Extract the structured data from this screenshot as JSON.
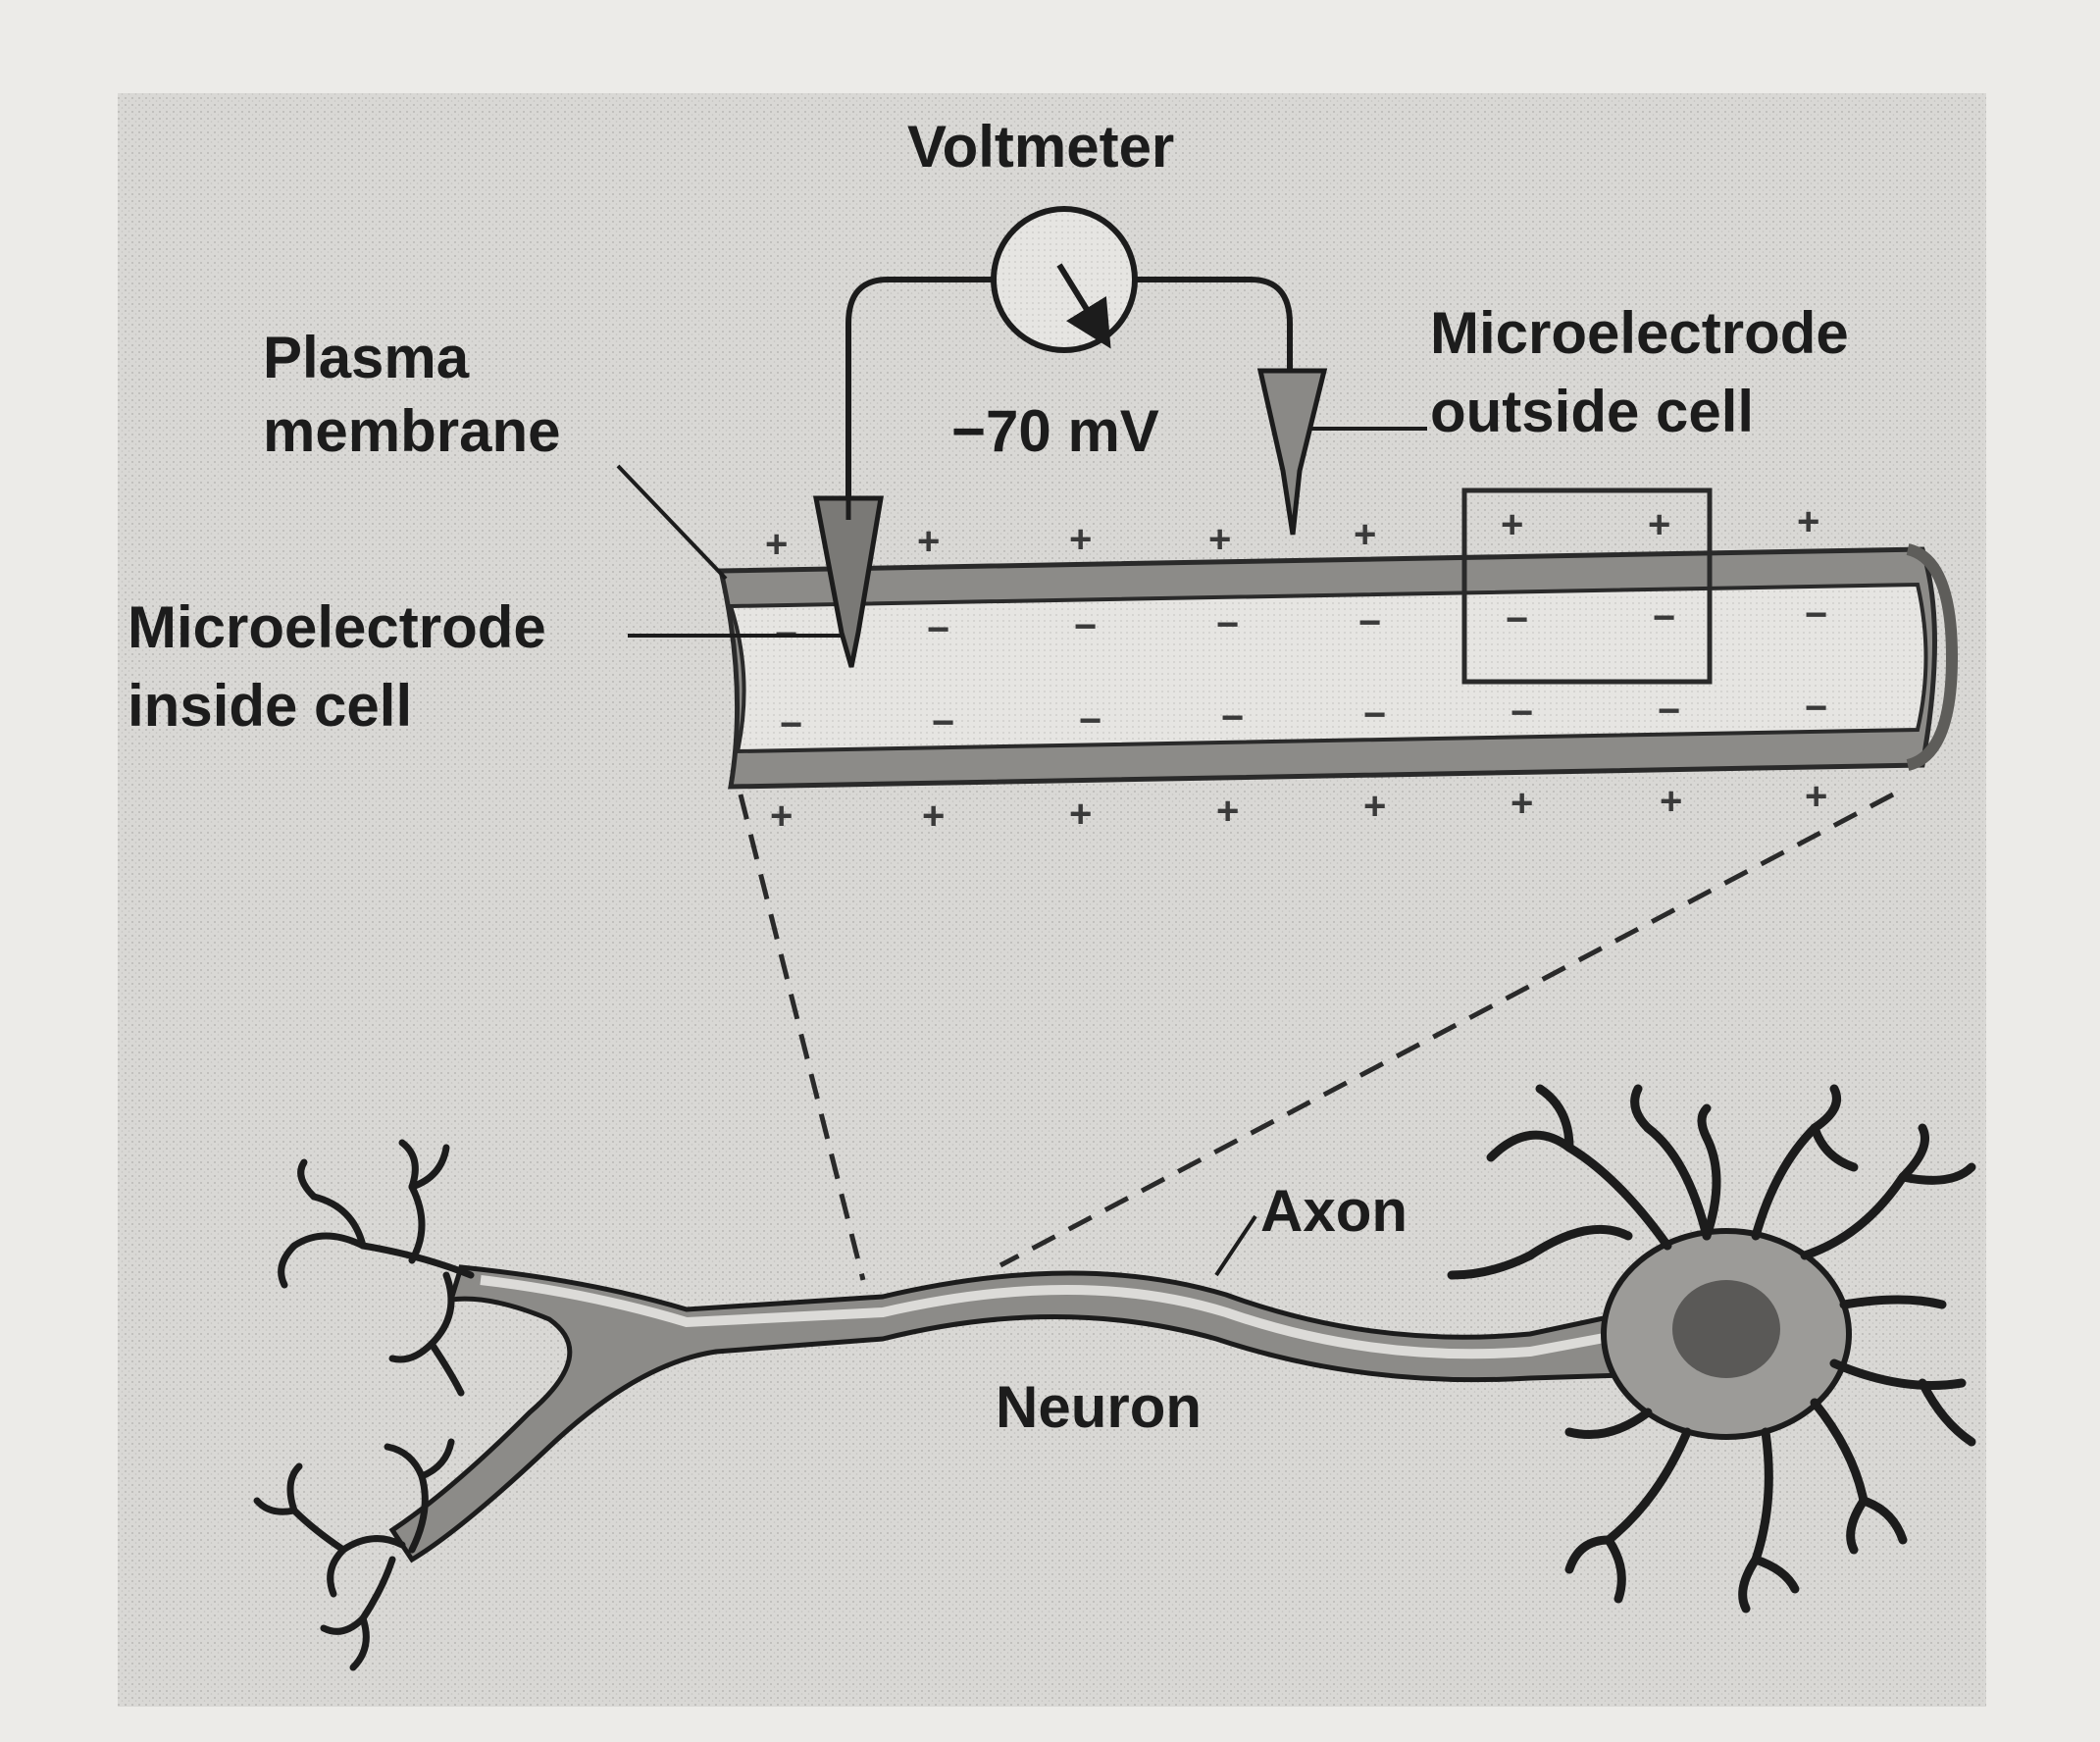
{
  "diagram": {
    "voltmeter_label": "Voltmeter",
    "reading": "−70 mV",
    "plasma_membrane_label": [
      "Plasma",
      "membrane"
    ],
    "electrode_outside_label": [
      "Microelectrode",
      "outside cell"
    ],
    "electrode_inside_label": [
      "Microelectrode",
      "inside cell"
    ],
    "axon_label": "Axon",
    "neuron_label": "Neuron",
    "charge_outside": "+",
    "charge_inside": "−"
  },
  "colors": {
    "panel": "#d7d6d3",
    "membrane": "#8c8b88",
    "cytoplasm": "#e3e2df",
    "ink": "#1c1c1c"
  }
}
